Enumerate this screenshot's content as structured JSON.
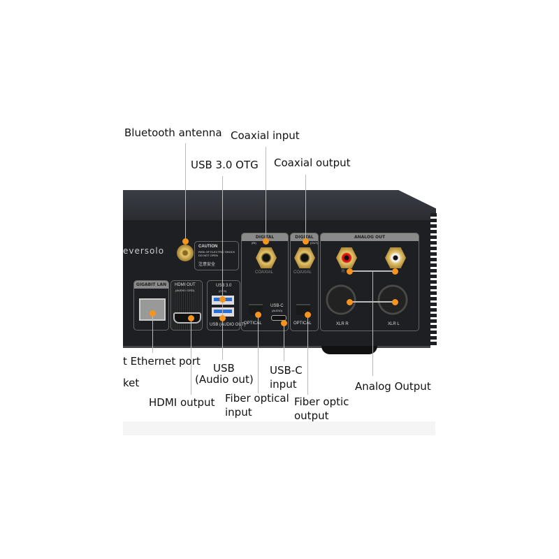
{
  "labels": {
    "bluetooth": "Bluetooth antenna",
    "coax_in": "Coaxial input",
    "usb_otg": "USB 3.0 OTG",
    "coax_out": "Coaxial output",
    "ethernet": "t Ethernet port",
    "socket": "ket",
    "usb_audio_1": "USB",
    "usb_audio_2": "(Audio out)",
    "usbc_1": "USB-C",
    "usbc_2": "input",
    "analog": "Analog Output",
    "hdmi": "HDMI output",
    "fiber_in_1": "Fiber optical",
    "fiber_in_2": "input",
    "fiber_out_1": "Fiber optic",
    "fiber_out_2": "output"
  },
  "panel": {
    "brand": "eversolo",
    "caution": "CAUTION",
    "caution_sub": "RISK OF ELECTRIC SHOCK DO NOT OPEN",
    "caution_cn": "注意安全",
    "lan": "GIGABIT LAN",
    "hdmi": "HDMI OUT",
    "hdmi_sub": "(AUDIO / DSD)",
    "usb3": "USB 3.0",
    "usb3_sub": "(OTG)",
    "usb_audio": "USB (AUDIO OUT)",
    "digital_in": "DIGITAL",
    "digital_in_sub": "(IN)",
    "digital_out": "DIGITAL",
    "digital_out_sub": "(OUT)",
    "coaxial": "COAXIAL",
    "optical": "OPTICAL",
    "usbc": "USB-C",
    "usbc_sub": "(AUDIO)",
    "analog_out": "ANALOG OUT",
    "r": "R",
    "xlr_r": "XLR R",
    "xlr_l": "XLR L"
  },
  "colors": {
    "accent": "#f7941d",
    "chassis": "#1e1f22"
  }
}
